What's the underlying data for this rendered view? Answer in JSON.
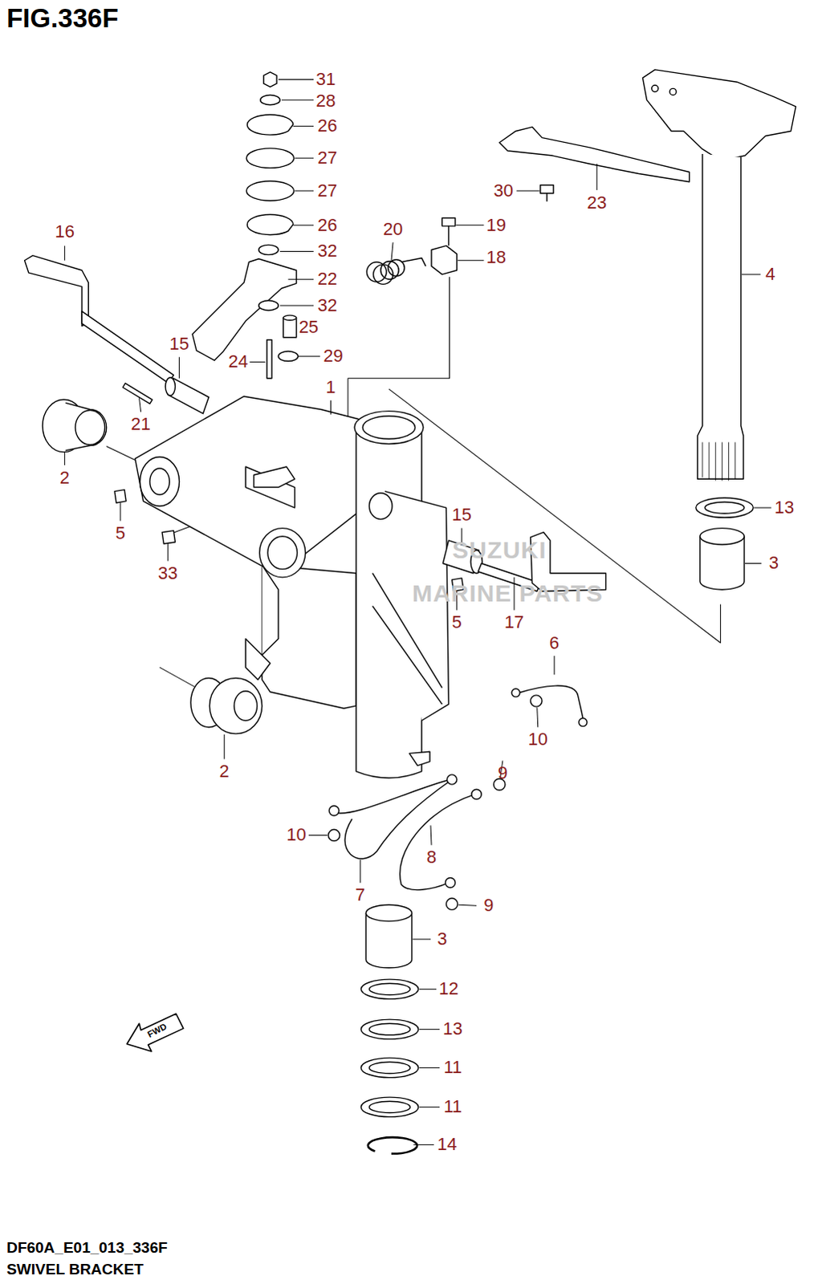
{
  "diagram": {
    "title": "FIG.336F",
    "caption": "SWIVEL BRACKET",
    "labels": [
      "31",
      "28",
      "26",
      "27",
      "27",
      "26",
      "32",
      "22",
      "32",
      "25",
      "24",
      "29",
      "20",
      "19",
      "18",
      "16",
      "15",
      "21",
      "1",
      "2",
      "5",
      "33",
      "15",
      "5",
      "17",
      "30",
      "23",
      "4",
      "13",
      "3",
      "6",
      "10",
      "2",
      "9",
      "10",
      "8",
      "7",
      "9",
      "3",
      "12",
      "13",
      "11",
      "11",
      "14",
      "SUZUKI",
      "MARINE PARTS",
      "FWD",
      "DF60A_E01_013_336F"
    ]
  }
}
